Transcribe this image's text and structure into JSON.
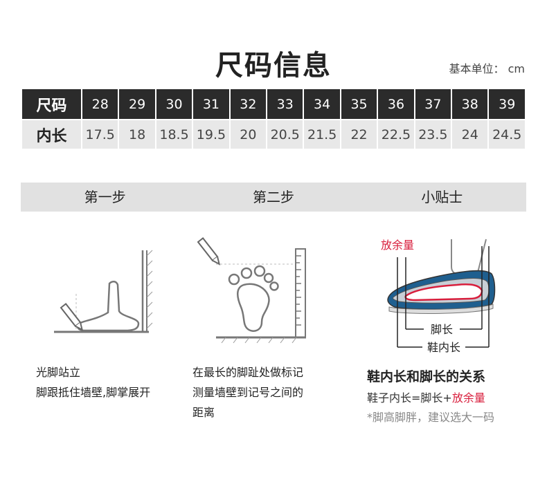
{
  "header": {
    "title": "尺码信息",
    "unit": "基本单位： cm"
  },
  "size_table": {
    "size_label": "尺码",
    "length_label": "内长",
    "sizes": [
      "28",
      "29",
      "30",
      "31",
      "32",
      "33",
      "34",
      "35",
      "36",
      "37",
      "38",
      "39"
    ],
    "lengths": [
      "17.5",
      "18",
      "18.5",
      "19.5",
      "20",
      "20.5",
      "21.5",
      "22",
      "22.5",
      "23.5",
      "24",
      "24.5"
    ]
  },
  "steps": {
    "step1": "第一步",
    "step2": "第二步",
    "tip": "小贴士"
  },
  "step1_desc": {
    "line1": "光脚站立",
    "line2": "脚跟抵住墙壁,脚掌展开"
  },
  "step2_desc": {
    "line1": "在最长的脚趾处做标记",
    "line2": "测量墙壁到记号之间的",
    "line3": "距离"
  },
  "tip_diagram": {
    "allowance": "放余量",
    "foot_length": "脚长",
    "inner_length": "鞋内长"
  },
  "tip_text": {
    "title": "鞋内长和脚长的关系",
    "formula_prefix": "鞋子内长=脚长+",
    "formula_red": "放余量",
    "note": "*脚高脚胖，建议选大一码"
  },
  "colors": {
    "header_dark": "#2b2b2b",
    "row_light": "#e8e8e8",
    "accent_red": "#d81e3c",
    "shoe_blue": "#1f5f8f"
  }
}
